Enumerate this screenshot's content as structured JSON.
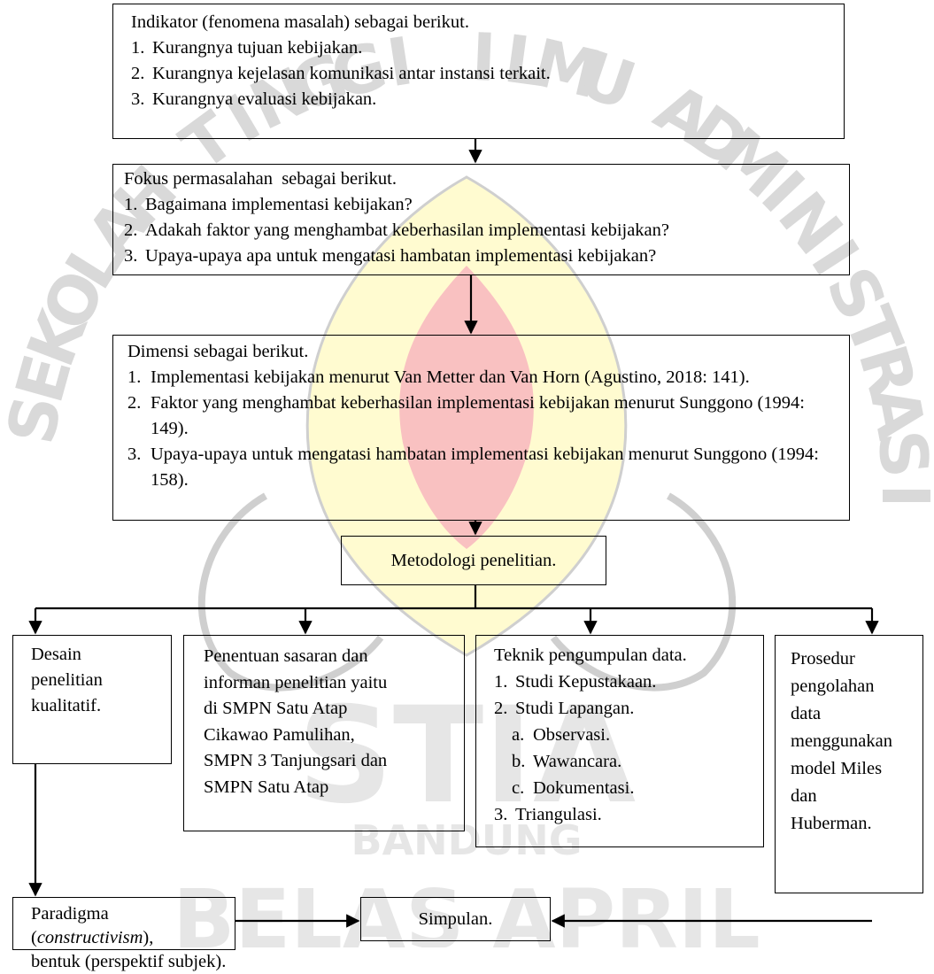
{
  "watermark": {
    "letters": [
      "S",
      "E",
      "K",
      "O",
      "L",
      "A",
      "H",
      " ",
      "T",
      "I",
      "N",
      "G",
      "G",
      "I",
      " ",
      "I",
      "L",
      "M",
      "U",
      " ",
      "A",
      "D",
      "M",
      "I",
      "N",
      "I",
      "S",
      "T",
      "R",
      "A",
      "S",
      "I"
    ],
    "center_text_1": "STIA",
    "center_text_2": "BANDUNG",
    "center_text_3": "BELAS APRIL",
    "colors": {
      "letters": "#dcdcdc",
      "emblem_yellow": "#fff7a8",
      "emblem_red": "#f6a7a7"
    }
  },
  "indicator": {
    "heading": "Indikator (fenomena masalah) sebagai berikut.",
    "items": [
      {
        "num": "1.",
        "text": "Kurangnya tujuan kebijakan."
      },
      {
        "num": "2.",
        "text": "Kurangnya kejelasan komunikasi antar instansi terkait."
      },
      {
        "num": "3.",
        "text": "Kurangnya evaluasi kebijakan."
      }
    ]
  },
  "focus": {
    "heading": "Fokus permasalahan  sebagai berikut.",
    "items": [
      {
        "num": "1.",
        "text": "Bagaimana implementasi kebijakan?"
      },
      {
        "num": "2.",
        "text": "Adakah faktor yang menghambat keberhasilan implementasi kebijakan?"
      },
      {
        "num": "3.",
        "text": "Upaya-upaya apa untuk mengatasi hambatan implementasi kebijakan?"
      }
    ]
  },
  "dimension": {
    "heading": "Dimensi sebagai berikut.",
    "items": [
      {
        "num": "1.",
        "text": "Implementasi kebijakan menurut Van Metter dan Van Horn (Agustino, 2018: 141)."
      },
      {
        "num": "2.",
        "text": "Faktor yang menghambat keberhasilan implementasi kebijakan menurut Sunggono (1994: 149)."
      },
      {
        "num": "3.",
        "text": "Upaya-upaya untuk mengatasi hambatan implementasi kebijakan menurut Sunggono (1994: 158)."
      }
    ]
  },
  "methodology": {
    "label": "Metodologi penelitian."
  },
  "design": {
    "lines": [
      "Desain",
      "penelitian",
      "kualitatif."
    ]
  },
  "target": {
    "lines": [
      "Penentuan sasaran dan",
      "informan penelitian yaitu",
      "di SMPN Satu Atap",
      "Cikawao Pamulihan,",
      "SMPN 3 Tanjungsari dan",
      "SMPN Satu Atap"
    ]
  },
  "collection": {
    "heading": "Teknik pengumpulan data.",
    "items": [
      {
        "num": "1.",
        "text": "Studi Kepustakaan.",
        "sub": false
      },
      {
        "num": "2.",
        "text": "Studi Lapangan.",
        "sub": false
      },
      {
        "num": "a.",
        "text": "Observasi.",
        "sub": true
      },
      {
        "num": "b.",
        "text": "Wawancara.",
        "sub": true
      },
      {
        "num": "c.",
        "text": "Dokumentasi.",
        "sub": true
      },
      {
        "num": "3.",
        "text": "Triangulasi.",
        "sub": false
      }
    ]
  },
  "procedure": {
    "lines": [
      "Prosedur",
      "pengolahan",
      "data",
      "menggunakan",
      "model Miles",
      "dan",
      "Huberman."
    ]
  },
  "paradigm": {
    "prefix": "Paradigma (",
    "term": "constructivism",
    "suffix": "),",
    "line2": "bentuk (perspektif subjek)."
  },
  "conclusion": {
    "label": "Simpulan."
  }
}
